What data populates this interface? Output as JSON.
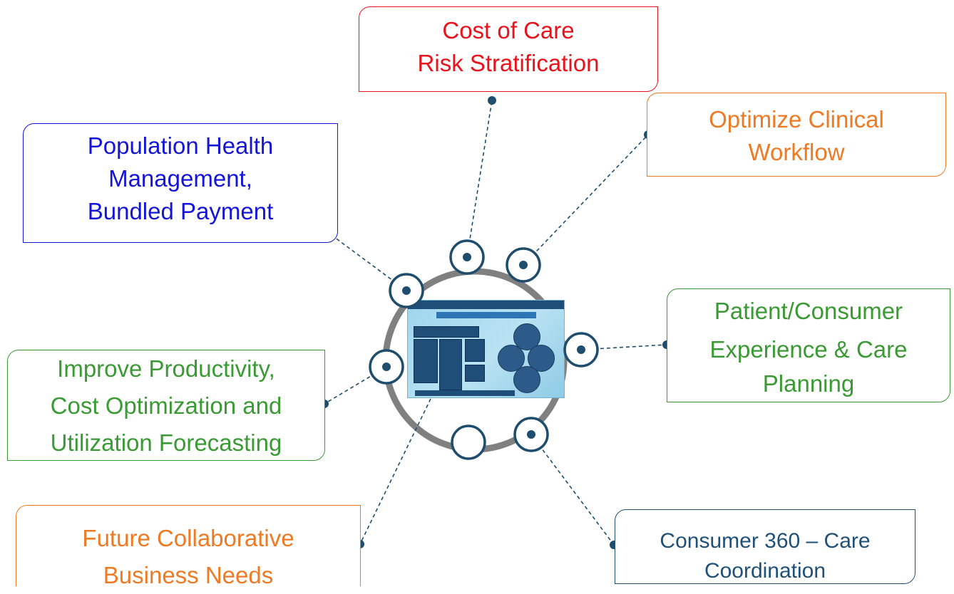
{
  "boxes": {
    "cost_of_care": {
      "line1": "Cost of Care",
      "line2": "Risk Stratification"
    },
    "optimize_clinical": {
      "line1": "Optimize Clinical",
      "line2": "Workflow"
    },
    "population_health": {
      "line1": "Population Health",
      "line2": "Management,",
      "line3": "Bundled Payment"
    },
    "patient_consumer": {
      "line1": "Patient/Consumer",
      "line2": "Experience & Care",
      "line3": "Planning"
    },
    "improve_productivity": {
      "line1": "Improve Productivity,",
      "line2": "Cost Optimization and",
      "line3": "Utilization Forecasting"
    },
    "future_collaborative": {
      "line1": "Future Collaborative",
      "line2": "Business Needs"
    },
    "consumer_360": {
      "line1": "Consumer 360 – Care",
      "line2": "Coordination"
    }
  },
  "colors": {
    "red": "#e8131b",
    "orange": "#ef7a24",
    "blue": "#1515d8",
    "green": "#3a9a34",
    "navy": "#1e5078",
    "ring": "#808080",
    "connector": "#1e4d6e"
  },
  "center_image": "analytics-platform-thumbnail"
}
